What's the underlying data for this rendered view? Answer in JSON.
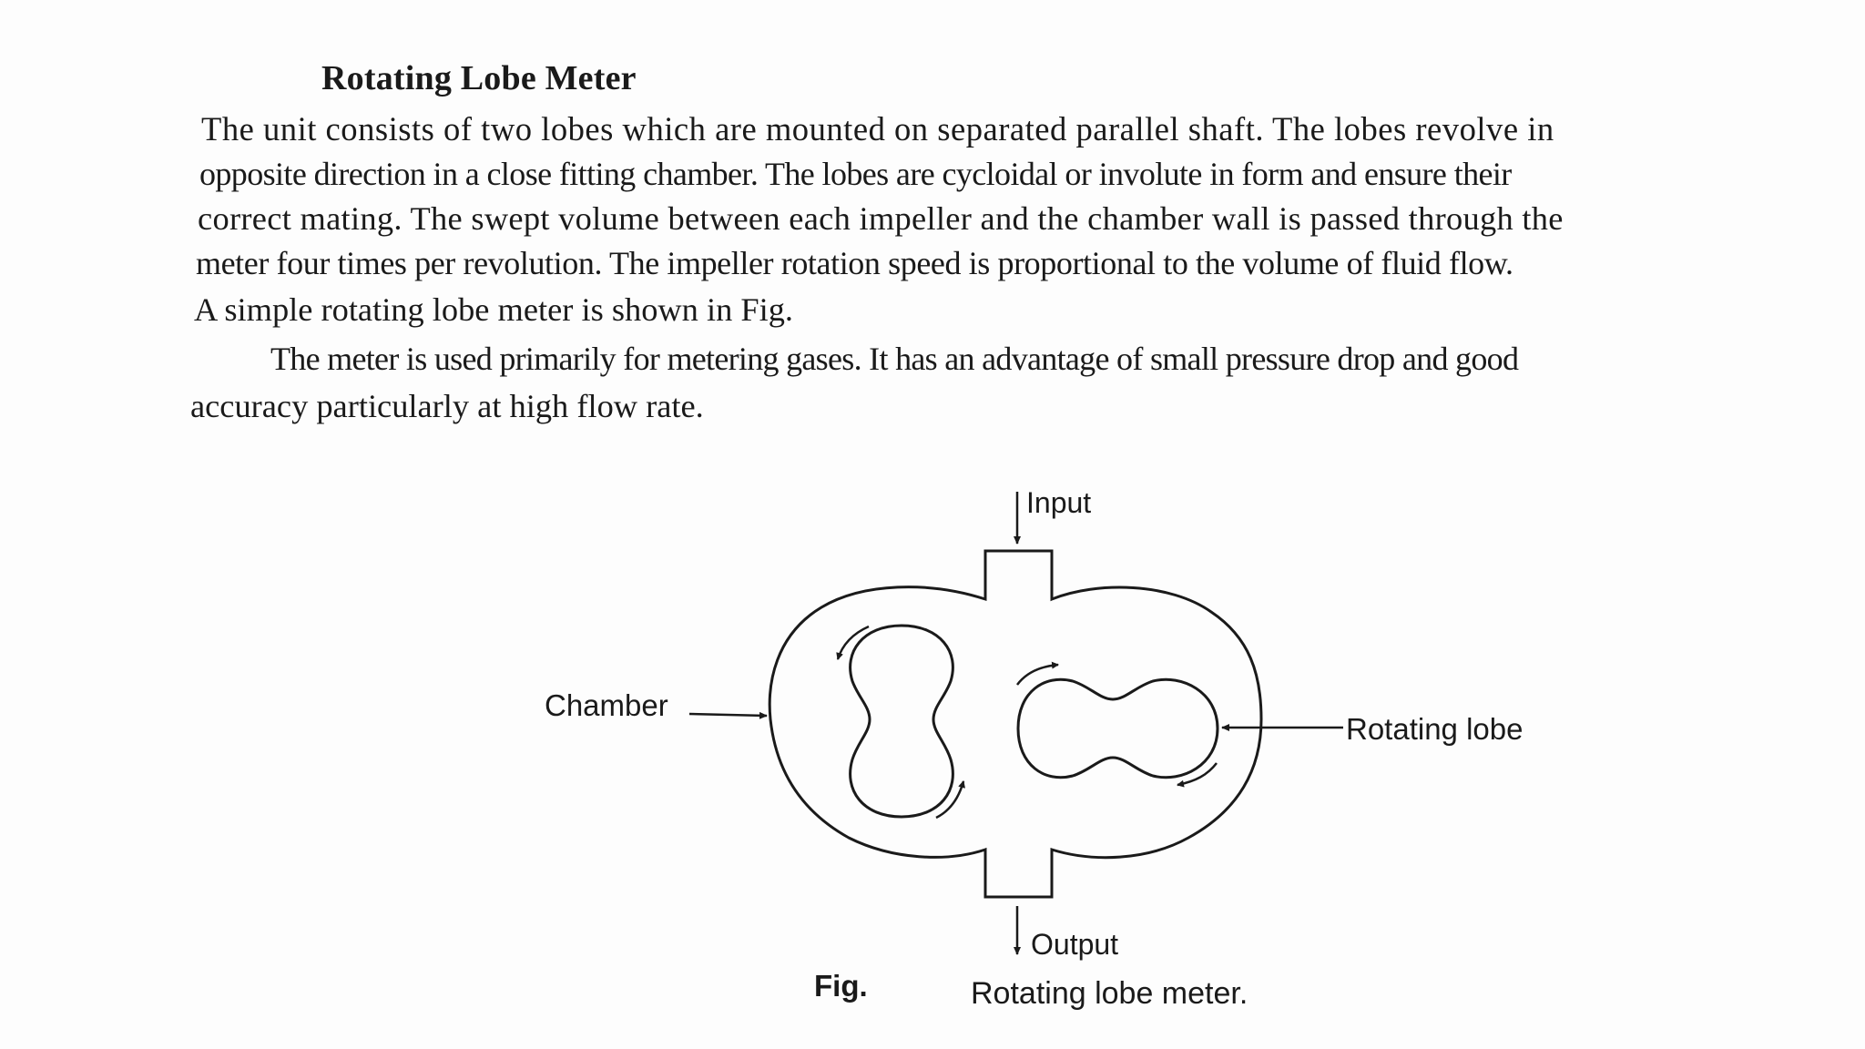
{
  "document": {
    "heading": "Rotating Lobe Meter",
    "paragraph1_lines": [
      "The unit consists of two lobes which are mounted on separated parallel shaft. The lobes revolve in",
      "opposite direction in a close fitting chamber. The lobes are cycloidal or involute in form and ensure their",
      "correct mating. The swept volume between each impeller and the chamber wall is passed through the",
      "meter four times per revolution. The impeller rotation speed is proportional to the volume of fluid flow.",
      "A simple rotating lobe meter is shown in Fig."
    ],
    "paragraph2_lines": [
      "The meter is used primarily for metering gases. It has an advantage of small pressure drop and good",
      "accuracy particularly at high flow rate."
    ]
  },
  "figure": {
    "labels": {
      "input": "Input",
      "output": "Output",
      "chamber": "Chamber",
      "rotating_lobe": "Rotating lobe"
    },
    "caption_prefix": "Fig.",
    "caption_text": "Rotating lobe meter.",
    "line_color": "#1a1a1a"
  }
}
